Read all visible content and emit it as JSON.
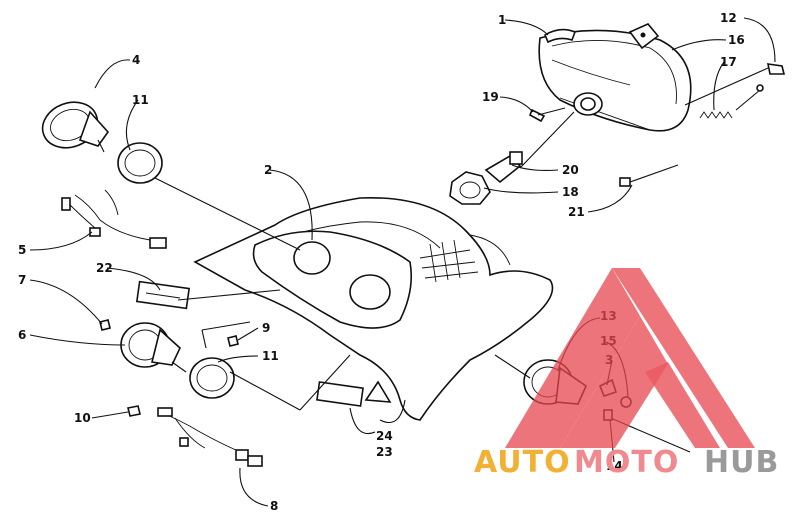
{
  "diagram": {
    "callouts": {
      "c1": "1",
      "c2": "2",
      "c3": "3",
      "c4": "4",
      "c5": "5",
      "c6": "6",
      "c7": "7",
      "c8": "8",
      "c9": "9",
      "c10": "10",
      "c11a": "11",
      "c11b": "11",
      "c12": "12",
      "c13": "13",
      "c14": "14",
      "c15": "15",
      "c16": "16",
      "c17": "17",
      "c18": "18",
      "c19": "19",
      "c20": "20",
      "c21": "21",
      "c22": "22",
      "c23": "23",
      "c24": "24"
    }
  },
  "watermark": {
    "word_a": "AUTO",
    "word_b": "MOTO",
    "word_c": "HUB",
    "color_a": "#f2b134",
    "color_b": "#f08a8f",
    "color_c": "#9a9a9a",
    "logo_color": "#e8454f"
  }
}
